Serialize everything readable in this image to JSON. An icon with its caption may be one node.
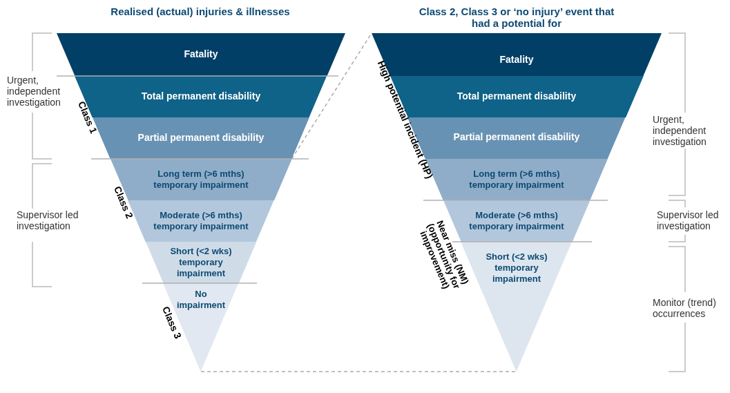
{
  "diagram": {
    "nodes": [
      {
        "text": [
          "Fatality"
        ]
      },
      {
        "text": [
          "Total permanent disability"
        ]
      },
      {
        "text": [
          "Partial permanent disability"
        ]
      },
      {
        "text": [
          "Long term (>6 mths) temporary impairment"
        ]
      },
      {
        "text": [
          "Moderate (>6 mths) temporary impairment"
        ]
      },
      {
        "text": [
          "Short (<2 wks) temporary impairment"
        ]
      },
      {
        "text": [
          "No impairment"
        ]
      },
      {
        "text": [
          "Fatality"
        ]
      },
      {
        "text": [
          "Total permanent disability"
        ]
      },
      {
        "text": [
          "Partial permanent disability"
        ]
      },
      {
        "text": [
          "Long term (>6 mths) temporary impairment"
        ]
      },
      {
        "text": [
          "Moderate (>6 mths) temporary impairment"
        ]
      },
      {
        "text": [
          "Short (<2 wks) temporary impairment"
        ]
      }
    ],
    "edges": [
      {
        "from": 2,
        "to": 7,
        "arrow": "none",
        "style": "dashed"
      },
      {
        "from": 6,
        "to": 12,
        "arrow": "none",
        "style": "dashed"
      }
    ],
    "labels": [
      "Realised (actual) injuries & illnesses",
      "Class 2, Class 3 or ‘no injury’ event that had a potential for",
      "Urgent, independent investigation",
      "Class 1",
      "Supervisor led investigation",
      "Class 2",
      "Class 3",
      "High potential incident (HP)",
      "Near miss (NM) (opportunity for improvement)",
      "Urgent, independent investigation",
      "Supervisor led investigation",
      "Monitor (trend) occurrences"
    ]
  }
}
